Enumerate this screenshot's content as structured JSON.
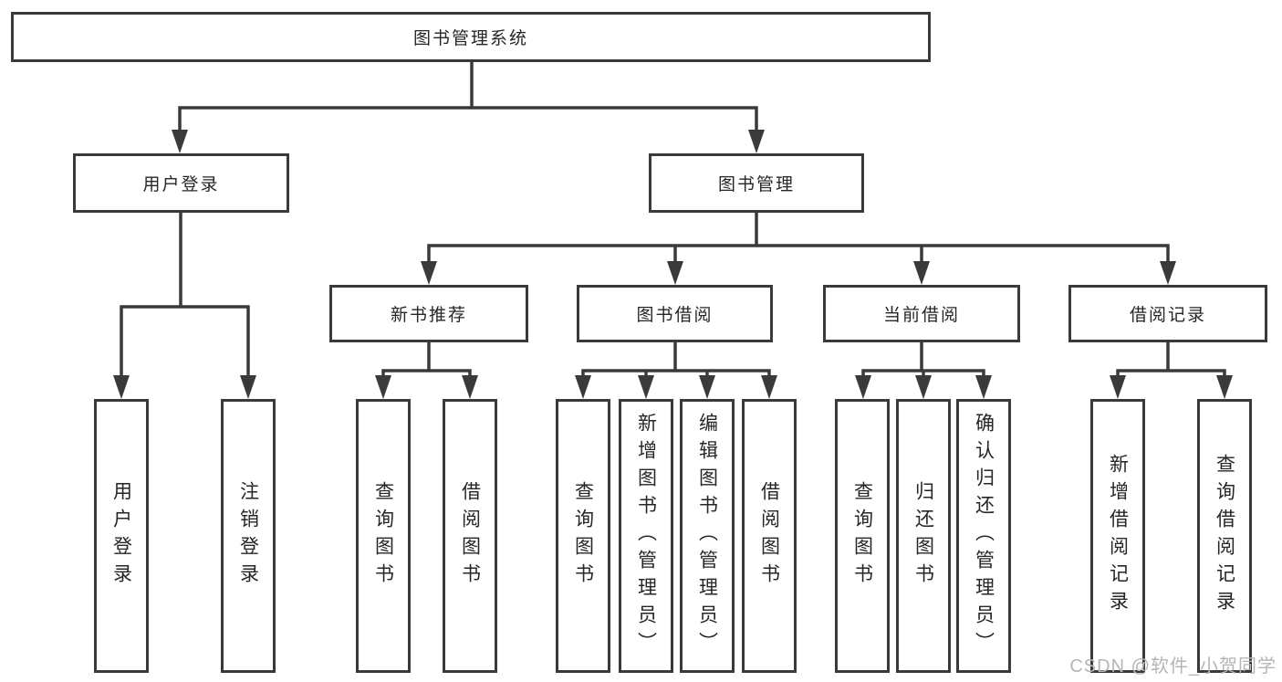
{
  "diagram": {
    "type": "tree",
    "root": {
      "label": "图书管理系统",
      "children": [
        {
          "label": "用户登录",
          "children": [
            {
              "label": "用户登录"
            },
            {
              "label": "注销登录"
            }
          ]
        },
        {
          "label": "图书管理",
          "children": [
            {
              "label": "新书推荐",
              "children": [
                {
                  "label": "查询图书"
                },
                {
                  "label": "借阅图书"
                }
              ]
            },
            {
              "label": "图书借阅",
              "children": [
                {
                  "label": "查询图书"
                },
                {
                  "label": "新增图书（管理员）"
                },
                {
                  "label": "编辑图书（管理员）"
                },
                {
                  "label": "借阅图书"
                }
              ]
            },
            {
              "label": "当前借阅",
              "children": [
                {
                  "label": "查询图书"
                },
                {
                  "label": "归还图书"
                },
                {
                  "label": "确认归还（管理员）"
                }
              ]
            },
            {
              "label": "借阅记录",
              "children": [
                {
                  "label": "新增借阅记录"
                },
                {
                  "label": "查询借阅记录"
                }
              ]
            }
          ]
        }
      ]
    }
  },
  "watermark": {
    "text": "CSDN @软件_小贺同学"
  },
  "colors": {
    "line": "#3a3a3a",
    "text": "#262626",
    "background": "#ffffff",
    "watermark": "#b5b5b5"
  }
}
